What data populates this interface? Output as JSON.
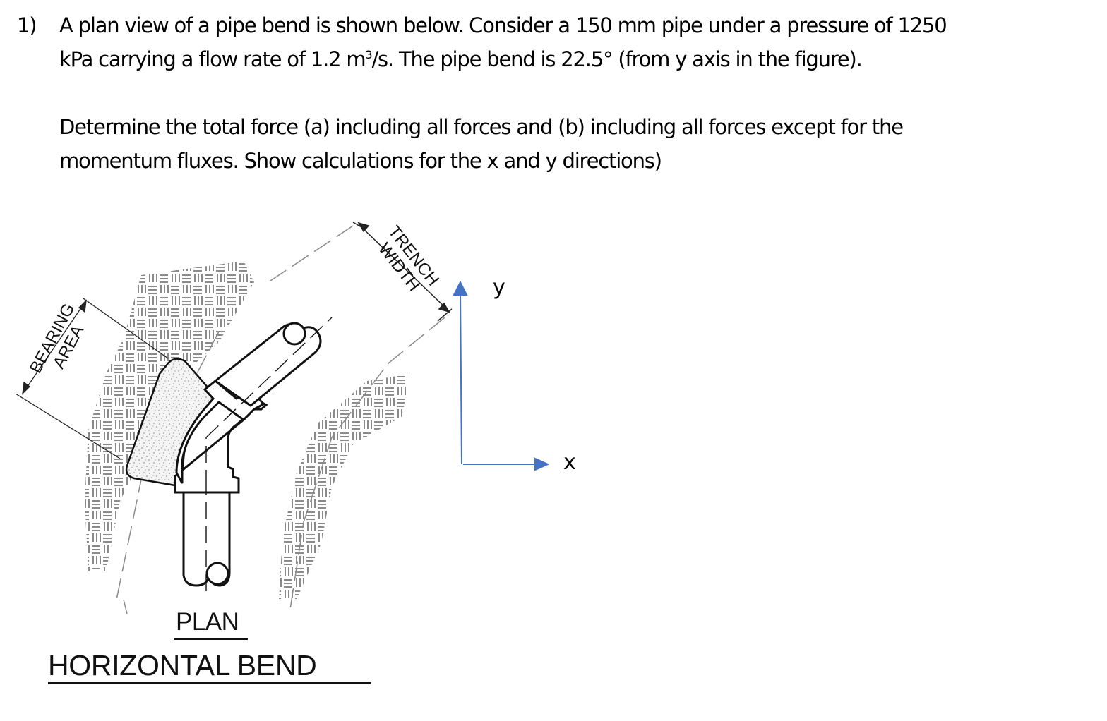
{
  "question": {
    "number": "1)",
    "paragraph1_line1": "A plan view of a pipe bend is shown below.  Consider a 150 mm pipe under a pressure of 1250",
    "paragraph1_line2_pre": "kPa carrying a flow rate of 1.2 m",
    "paragraph1_line2_sup": "3",
    "paragraph1_line2_post": "/s.  The pipe bend is 22.5° (from y axis in the figure).",
    "paragraph2_line1": "Determine the total force (a) including all forces and (b) including all forces except for the",
    "paragraph2_line2": "momentum fluxes.  Show calculations for the x and y directions)",
    "given": {
      "pipe_diameter": "150 mm",
      "pressure": "1250 kPa",
      "flow_rate": "1.2 m³/s",
      "bend_angle": "22.5°"
    }
  },
  "figure": {
    "labels": {
      "bearing_line1": "BEARING",
      "bearing_line2": "AREA",
      "trench_line1": "TRENCH",
      "trench_line2": "WIDTH",
      "plan": "PLAN",
      "title": "HORIZONTAL BEND"
    },
    "axes": {
      "x_label": "x",
      "y_label": "y",
      "color": "#4472C4"
    },
    "colors": {
      "drawing_line": "#111111",
      "hatch": "#8a8a8a",
      "concrete_fill": "#e9e9e9"
    }
  }
}
